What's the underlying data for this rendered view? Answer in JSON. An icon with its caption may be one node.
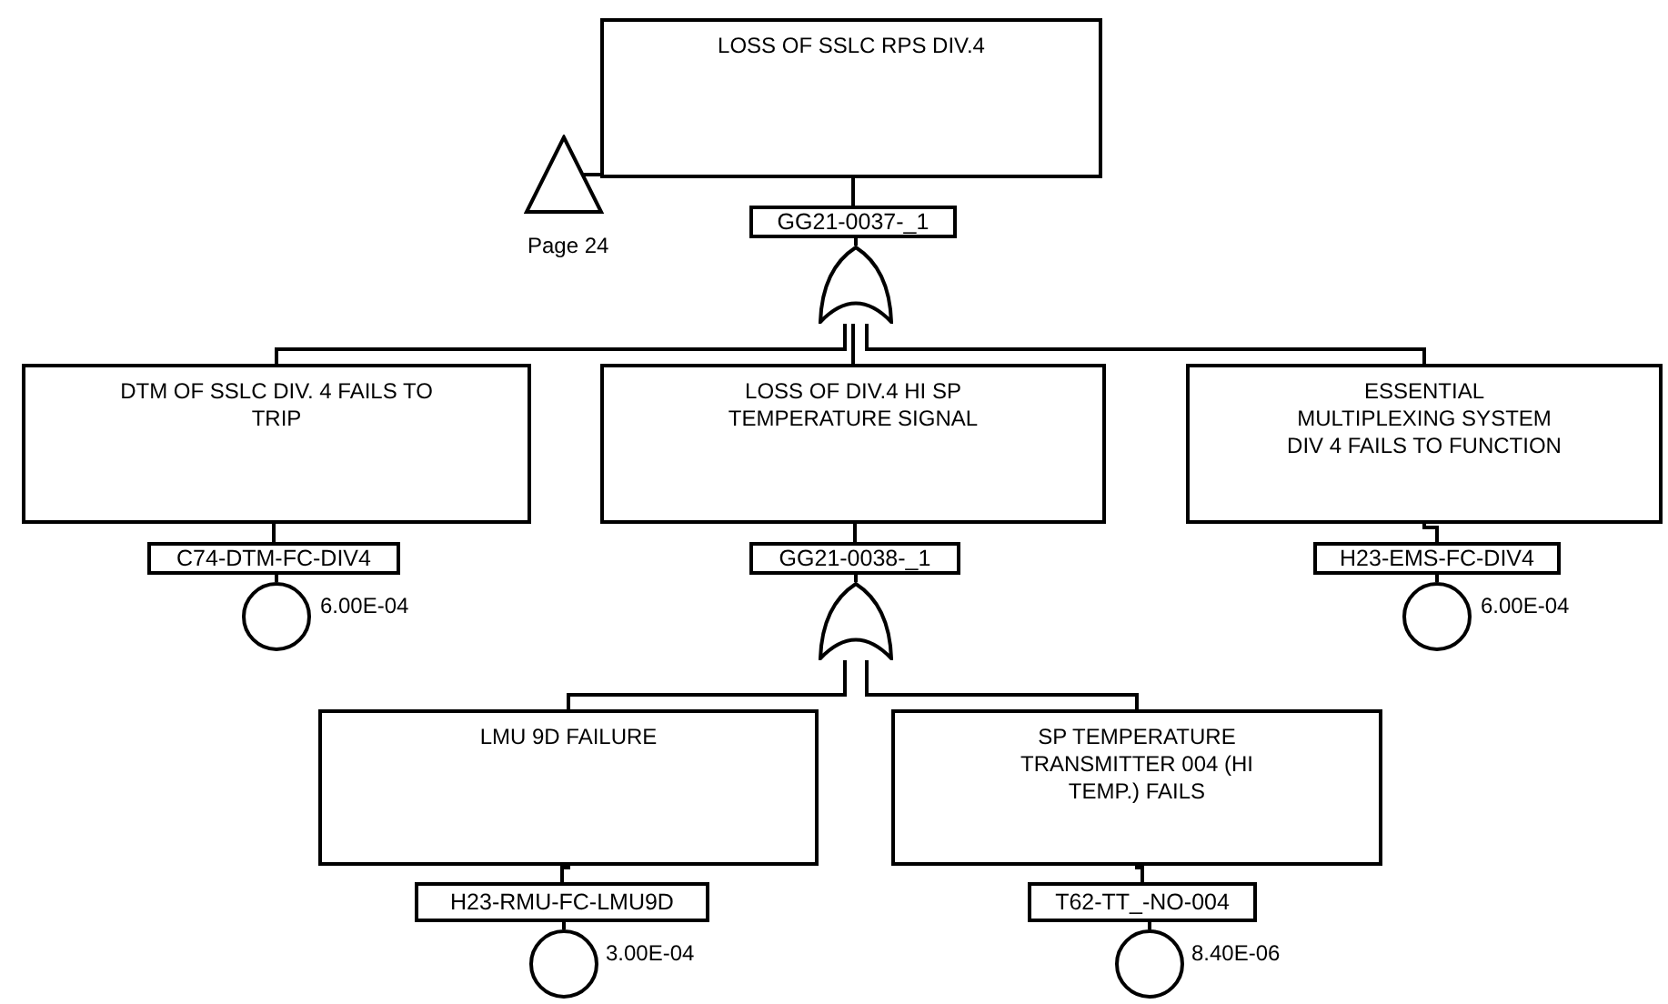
{
  "diagram": {
    "nodes": [
      {
        "text": [
          "LOSS OF SSLC RPS DIV.4"
        ]
      },
      {
        "text": [],
        "shape": "triangle",
        "beside": [
          "Page 24"
        ]
      },
      {
        "text": [
          "GG21-0037-_1"
        ]
      },
      {
        "text": [],
        "shape": "gate"
      },
      {
        "text": [
          "DTM OF SSLC DIV. 4 FAILS TO TRIP"
        ]
      },
      {
        "text": [
          "LOSS OF DIV.4 HI SP TEMPERATURE SIGNAL"
        ]
      },
      {
        "text": [
          "ESSENTIAL MULTIPLEXING SYSTEM DIV 4  FAILS TO FUNCTION"
        ]
      },
      {
        "text": [
          "C74-DTM-FC-DIV4"
        ]
      },
      {
        "text": [],
        "shape": "circle",
        "beside": [
          "6.00E-04"
        ]
      },
      {
        "text": [
          "GG21-0038-_1"
        ]
      },
      {
        "text": [],
        "shape": "gate"
      },
      {
        "text": [
          "H23-EMS-FC-DIV4"
        ]
      },
      {
        "text": [],
        "shape": "circle",
        "beside": [
          "6.00E-04"
        ]
      },
      {
        "text": [
          "LMU 9D FAILURE"
        ]
      },
      {
        "text": [
          "SP TEMPERATURE TRANSMITTER 004 (HI TEMP.) FAILS"
        ]
      },
      {
        "text": [
          "H23-RMU-FC-LMU9D"
        ]
      },
      {
        "text": [],
        "shape": "circle",
        "beside": [
          "3.00E-04"
        ]
      },
      {
        "text": [
          "T62-TT_-NO-004"
        ]
      },
      {
        "text": [],
        "shape": "circle",
        "beside": [
          "8.40E-06"
        ]
      }
    ],
    "edges": [
      {
        "from": 0,
        "to": 1,
        "arrow": "none"
      },
      {
        "from": 0,
        "to": 2,
        "arrow": "none"
      },
      {
        "from": 2,
        "to": 3,
        "arrow": "none"
      },
      {
        "from": 3,
        "to": 4,
        "arrow": "none"
      },
      {
        "from": 3,
        "to": 5,
        "arrow": "none"
      },
      {
        "from": 3,
        "to": 6,
        "arrow": "none"
      },
      {
        "from": 4,
        "to": 7,
        "arrow": "none"
      },
      {
        "from": 7,
        "to": 8,
        "arrow": "none"
      },
      {
        "from": 5,
        "to": 9,
        "arrow": "none"
      },
      {
        "from": 9,
        "to": 10,
        "arrow": "none"
      },
      {
        "from": 10,
        "to": 13,
        "arrow": "none"
      },
      {
        "from": 10,
        "to": 14,
        "arrow": "none"
      },
      {
        "from": 6,
        "to": 11,
        "arrow": "none"
      },
      {
        "from": 11,
        "to": 12,
        "arrow": "none"
      },
      {
        "from": 13,
        "to": 15,
        "arrow": "none"
      },
      {
        "from": 15,
        "to": 16,
        "arrow": "none"
      },
      {
        "from": 14,
        "to": 17,
        "arrow": "none"
      },
      {
        "from": 17,
        "to": 18,
        "arrow": "none"
      }
    ]
  }
}
